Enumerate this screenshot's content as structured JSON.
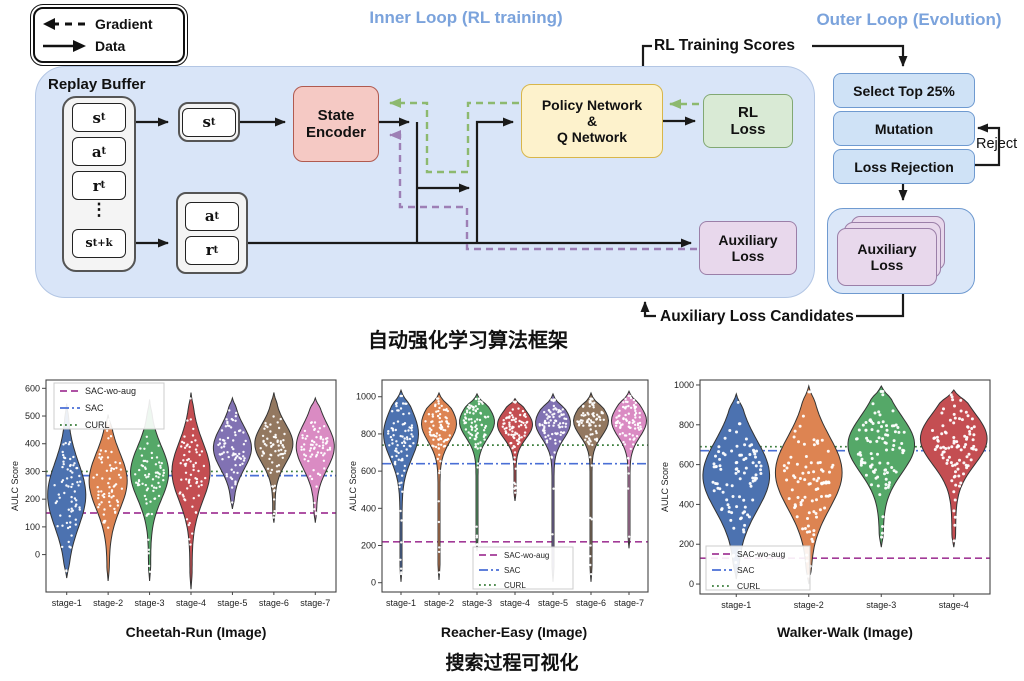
{
  "figure": {
    "legend": {
      "gradient_label": "Gradient",
      "data_label": "Data"
    },
    "inner_loop_title": "Inner Loop (RL training)",
    "outer_loop_title": "Outer Loop (Evolution)",
    "replay_buffer": {
      "label": "Replay Buffer",
      "items": [
        {
          "base": "s",
          "sub": "t"
        },
        {
          "base": "a",
          "sub": "t"
        },
        {
          "base": "r",
          "sub": "t"
        },
        {
          "base": "s",
          "sub": "t+k"
        }
      ],
      "dots": "⋮"
    },
    "sample_state": {
      "base": "s",
      "sub": "t"
    },
    "sample_action": {
      "base": "a",
      "sub": "t"
    },
    "sample_reward": {
      "base": "r",
      "sub": "t"
    },
    "state_encoder": "State\nEncoder",
    "policy_network": "Policy Network\n&\nQ Network",
    "rl_loss": "RL\nLoss",
    "aux_loss": "Auxiliary\nLoss",
    "rl_training_scores": "RL Training Scores",
    "outer": {
      "select_top": "Select Top 25%",
      "mutation": "Mutation",
      "loss_rejection": "Loss Rejection",
      "reject": "Reject",
      "aux_loss_stack": "Auxiliary\nLoss"
    },
    "aux_candidates": "Auxiliary Loss Candidates",
    "caption_top": "自动强化学习算法框架",
    "caption_bottom": "搜索过程可视化"
  },
  "palette": {
    "inner_panel": "#d9e5f8",
    "state_encoder_bg": "#f5c9c4",
    "policy_bg": "#fdf2cc",
    "rl_loss_bg": "#d9ead5",
    "aux_loss_bg": "#e8d8ec",
    "outer_box_bg": "#cfe2f6",
    "gradient_green": "#8db96f",
    "gradient_purple": "#9d7fb5",
    "loop_title_blue": "#7ba3dc"
  },
  "chart_data": [
    {
      "type": "violin",
      "title": "Cheetah-Run (Image)",
      "ylabel": "AULC Score",
      "categories": [
        "stage-1",
        "stage-2",
        "stage-3",
        "stage-4",
        "stage-5",
        "stage-6",
        "stage-7"
      ],
      "ylim": [
        -135,
        630
      ],
      "yticks": [
        0,
        100,
        200,
        300,
        400,
        500,
        600
      ],
      "legend_pos": "tl",
      "ref_lines": [
        {
          "label": "SAC-wo-aug",
          "value": 150,
          "color": "#a23a97",
          "style": "dashed"
        },
        {
          "label": "SAC",
          "value": 285,
          "color": "#4a6fd6",
          "style": "dashdot"
        },
        {
          "label": "CURL",
          "value": 300,
          "color": "#3b7d3b",
          "style": "dotted"
        }
      ],
      "n_points": 70,
      "violins": [
        {
          "lo": -85,
          "hi": 545,
          "mode": 215,
          "spread": 115,
          "color": "#4c72b0"
        },
        {
          "lo": -95,
          "hi": 505,
          "mode": 265,
          "spread": 100,
          "color": "#dd8452"
        },
        {
          "lo": -95,
          "hi": 560,
          "mode": 295,
          "spread": 95,
          "color": "#55a868"
        },
        {
          "lo": -125,
          "hi": 585,
          "mode": 300,
          "spread": 105,
          "color": "#c44e52"
        },
        {
          "lo": 165,
          "hi": 565,
          "mode": 385,
          "spread": 75,
          "color": "#8172b3"
        },
        {
          "lo": 115,
          "hi": 585,
          "mode": 400,
          "spread": 70,
          "color": "#937860"
        },
        {
          "lo": 115,
          "hi": 565,
          "mode": 390,
          "spread": 80,
          "color": "#da8bc3"
        }
      ]
    },
    {
      "type": "violin",
      "title": "Reacher-Easy (Image)",
      "ylabel": "AULC Score",
      "categories": [
        "stage-1",
        "stage-2",
        "stage-3",
        "stage-4",
        "stage-5",
        "stage-6",
        "stage-7"
      ],
      "ylim": [
        -50,
        1090
      ],
      "yticks": [
        0,
        200,
        400,
        600,
        800,
        1000
      ],
      "legend_pos": "bc",
      "ref_lines": [
        {
          "label": "SAC-wo-aug",
          "value": 220,
          "color": "#a23a97",
          "style": "dashed"
        },
        {
          "label": "SAC",
          "value": 640,
          "color": "#4a6fd6",
          "style": "dashdot"
        },
        {
          "label": "CURL",
          "value": 740,
          "color": "#3b7d3b",
          "style": "dotted"
        }
      ],
      "n_points": 85,
      "violins": [
        {
          "lo": 5,
          "hi": 1035,
          "mode": 800,
          "spread": 130,
          "color": "#4c72b0"
        },
        {
          "lo": 15,
          "hi": 1020,
          "mode": 855,
          "spread": 95,
          "color": "#dd8452"
        },
        {
          "lo": 170,
          "hi": 1015,
          "mode": 865,
          "spread": 85,
          "color": "#55a868"
        },
        {
          "lo": 440,
          "hi": 990,
          "mode": 850,
          "spread": 75,
          "color": "#c44e52"
        },
        {
          "lo": 5,
          "hi": 1015,
          "mode": 860,
          "spread": 85,
          "color": "#8172b3"
        },
        {
          "lo": 5,
          "hi": 1020,
          "mode": 870,
          "spread": 80,
          "color": "#937860"
        },
        {
          "lo": 185,
          "hi": 1030,
          "mode": 870,
          "spread": 85,
          "color": "#da8bc3"
        }
      ]
    },
    {
      "type": "violin",
      "title": "Walker-Walk (Image)",
      "ylabel": "AULC Score",
      "categories": [
        "stage-1",
        "stage-2",
        "stage-3",
        "stage-4"
      ],
      "ylim": [
        -50,
        1025
      ],
      "yticks": [
        0,
        200,
        400,
        600,
        800,
        1000
      ],
      "legend_pos": "bl",
      "ref_lines": [
        {
          "label": "SAC-wo-aug",
          "value": 130,
          "color": "#a23a97",
          "style": "dashed"
        },
        {
          "label": "SAC",
          "value": 670,
          "color": "#4a6fd6",
          "style": "dashdot"
        },
        {
          "label": "CURL",
          "value": 690,
          "color": "#3b7d3b",
          "style": "dotted"
        }
      ],
      "n_points": 95,
      "violins": [
        {
          "lo": 25,
          "hi": 955,
          "mode": 545,
          "spread": 175,
          "color": "#4c72b0"
        },
        {
          "lo": 0,
          "hi": 995,
          "mode": 560,
          "spread": 180,
          "color": "#dd8452"
        },
        {
          "lo": 185,
          "hi": 995,
          "mode": 700,
          "spread": 140,
          "color": "#55a868"
        },
        {
          "lo": 185,
          "hi": 975,
          "mode": 730,
          "spread": 130,
          "color": "#c44e52"
        }
      ]
    }
  ]
}
